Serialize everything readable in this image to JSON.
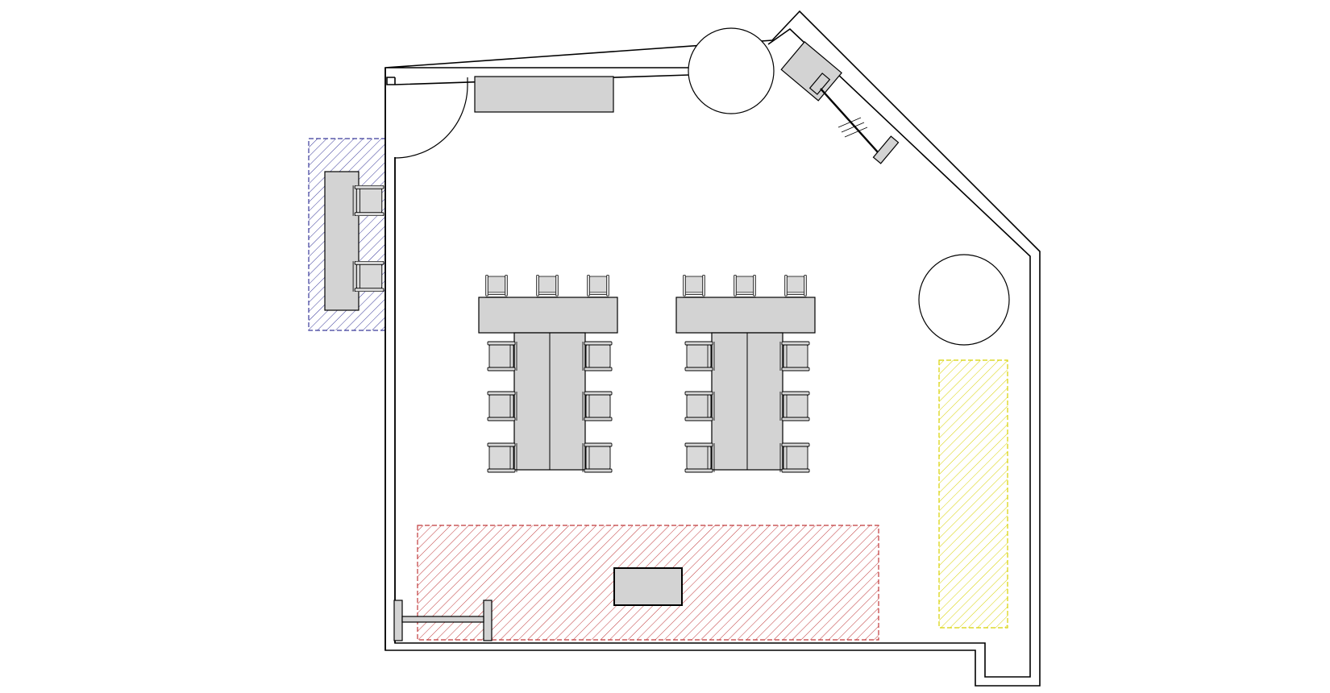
{
  "plan": {
    "background": "#ffffff",
    "line_color": "#000000",
    "furniture_fill": "#d3d3d3",
    "zones": [
      {
        "id": "blue",
        "hatch_color": "#3a3a9a"
      },
      {
        "id": "red",
        "hatch_color": "#c0393b"
      },
      {
        "id": "yellow",
        "hatch_color": "#d8d200"
      }
    ]
  }
}
